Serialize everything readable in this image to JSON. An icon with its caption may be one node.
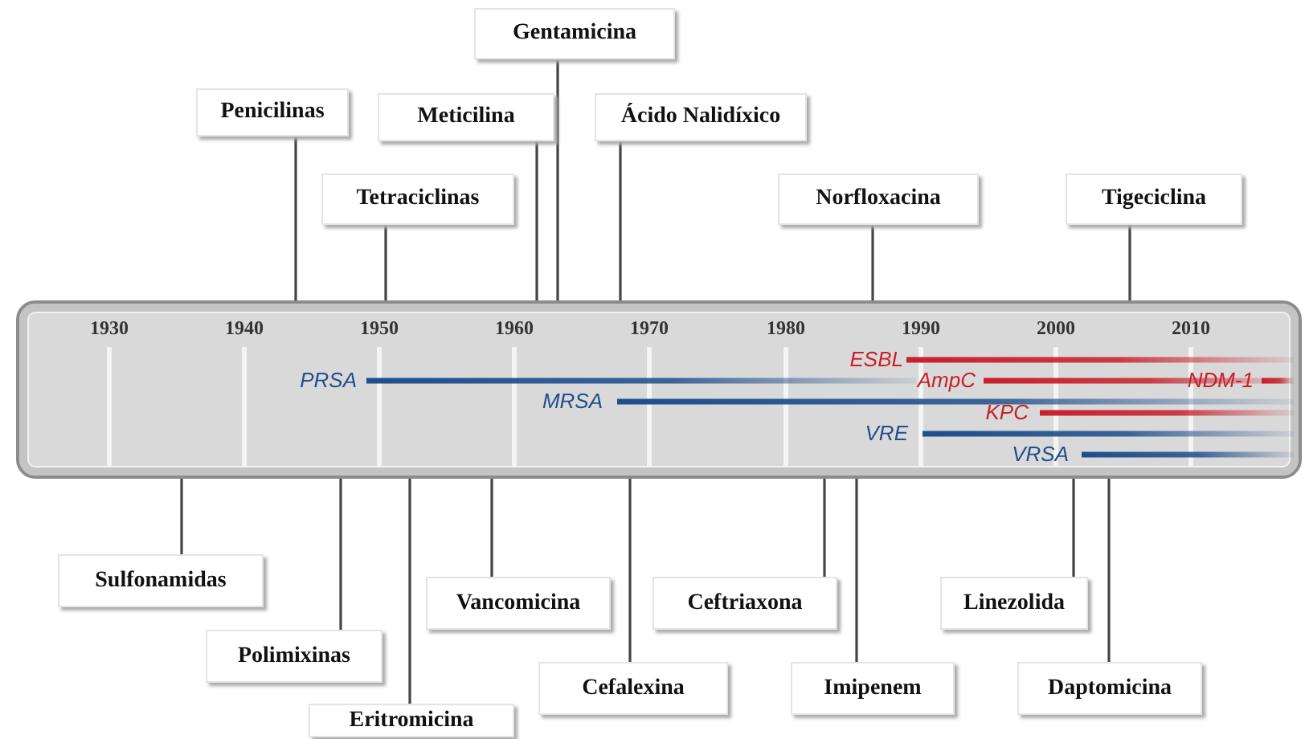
{
  "diagram": {
    "nodes": [
      {
        "text": [
          "Gentamicina"
        ]
      },
      {
        "text": [
          "Penicilinas"
        ]
      },
      {
        "text": [
          "Meticilina"
        ]
      },
      {
        "text": [
          "Ácido Nalidíxico"
        ]
      },
      {
        "text": [
          "Tetraciclinas"
        ]
      },
      {
        "text": [
          "Norfloxacina"
        ]
      },
      {
        "text": [
          "Tigeciclina"
        ]
      },
      {
        "text": [],
        "shape": "bar"
      },
      {
        "text": [
          "Sulfonamidas"
        ]
      },
      {
        "text": [
          "Vancomicina"
        ]
      },
      {
        "text": [
          "Ceftriaxona"
        ]
      },
      {
        "text": [
          "Linezolida"
        ]
      },
      {
        "text": [
          "Polimixinas"
        ]
      },
      {
        "text": [
          "Cefalexina"
        ]
      },
      {
        "text": [
          "Imipenem"
        ]
      },
      {
        "text": [
          "Daptomicina"
        ]
      },
      {
        "text": [
          "Eritromicina"
        ]
      }
    ],
    "edges": [
      {
        "from": 0,
        "to": 7,
        "arrow": "none"
      },
      {
        "from": 1,
        "to": 7,
        "arrow": "none"
      },
      {
        "from": 2,
        "to": 7,
        "arrow": "none"
      },
      {
        "from": 3,
        "to": 7,
        "arrow": "none"
      },
      {
        "from": 4,
        "to": 7,
        "arrow": "none"
      },
      {
        "from": 5,
        "to": 7,
        "arrow": "none"
      },
      {
        "from": 6,
        "to": 7,
        "arrow": "none"
      },
      {
        "from": 8,
        "to": 7,
        "arrow": "none"
      },
      {
        "from": 9,
        "to": 7,
        "arrow": "none"
      },
      {
        "from": 10,
        "to": 7,
        "arrow": "none"
      },
      {
        "from": 11,
        "to": 7,
        "arrow": "none"
      },
      {
        "from": 12,
        "to": 7,
        "arrow": "none"
      },
      {
        "from": 13,
        "to": 7,
        "arrow": "none"
      },
      {
        "from": 14,
        "to": 7,
        "arrow": "none"
      },
      {
        "from": 15,
        "to": 7,
        "arrow": "none"
      },
      {
        "from": 16,
        "to": 7,
        "arrow": "none"
      }
    ],
    "labels": [
      "1930",
      "1940",
      "1950",
      "1960",
      "1970",
      "1980",
      "1990",
      "2000",
      "2010",
      "ESBL",
      "PRSA",
      "AmpC",
      "NDM-1",
      "MRSA",
      "KPC",
      "VRE",
      "VRSA"
    ]
  }
}
